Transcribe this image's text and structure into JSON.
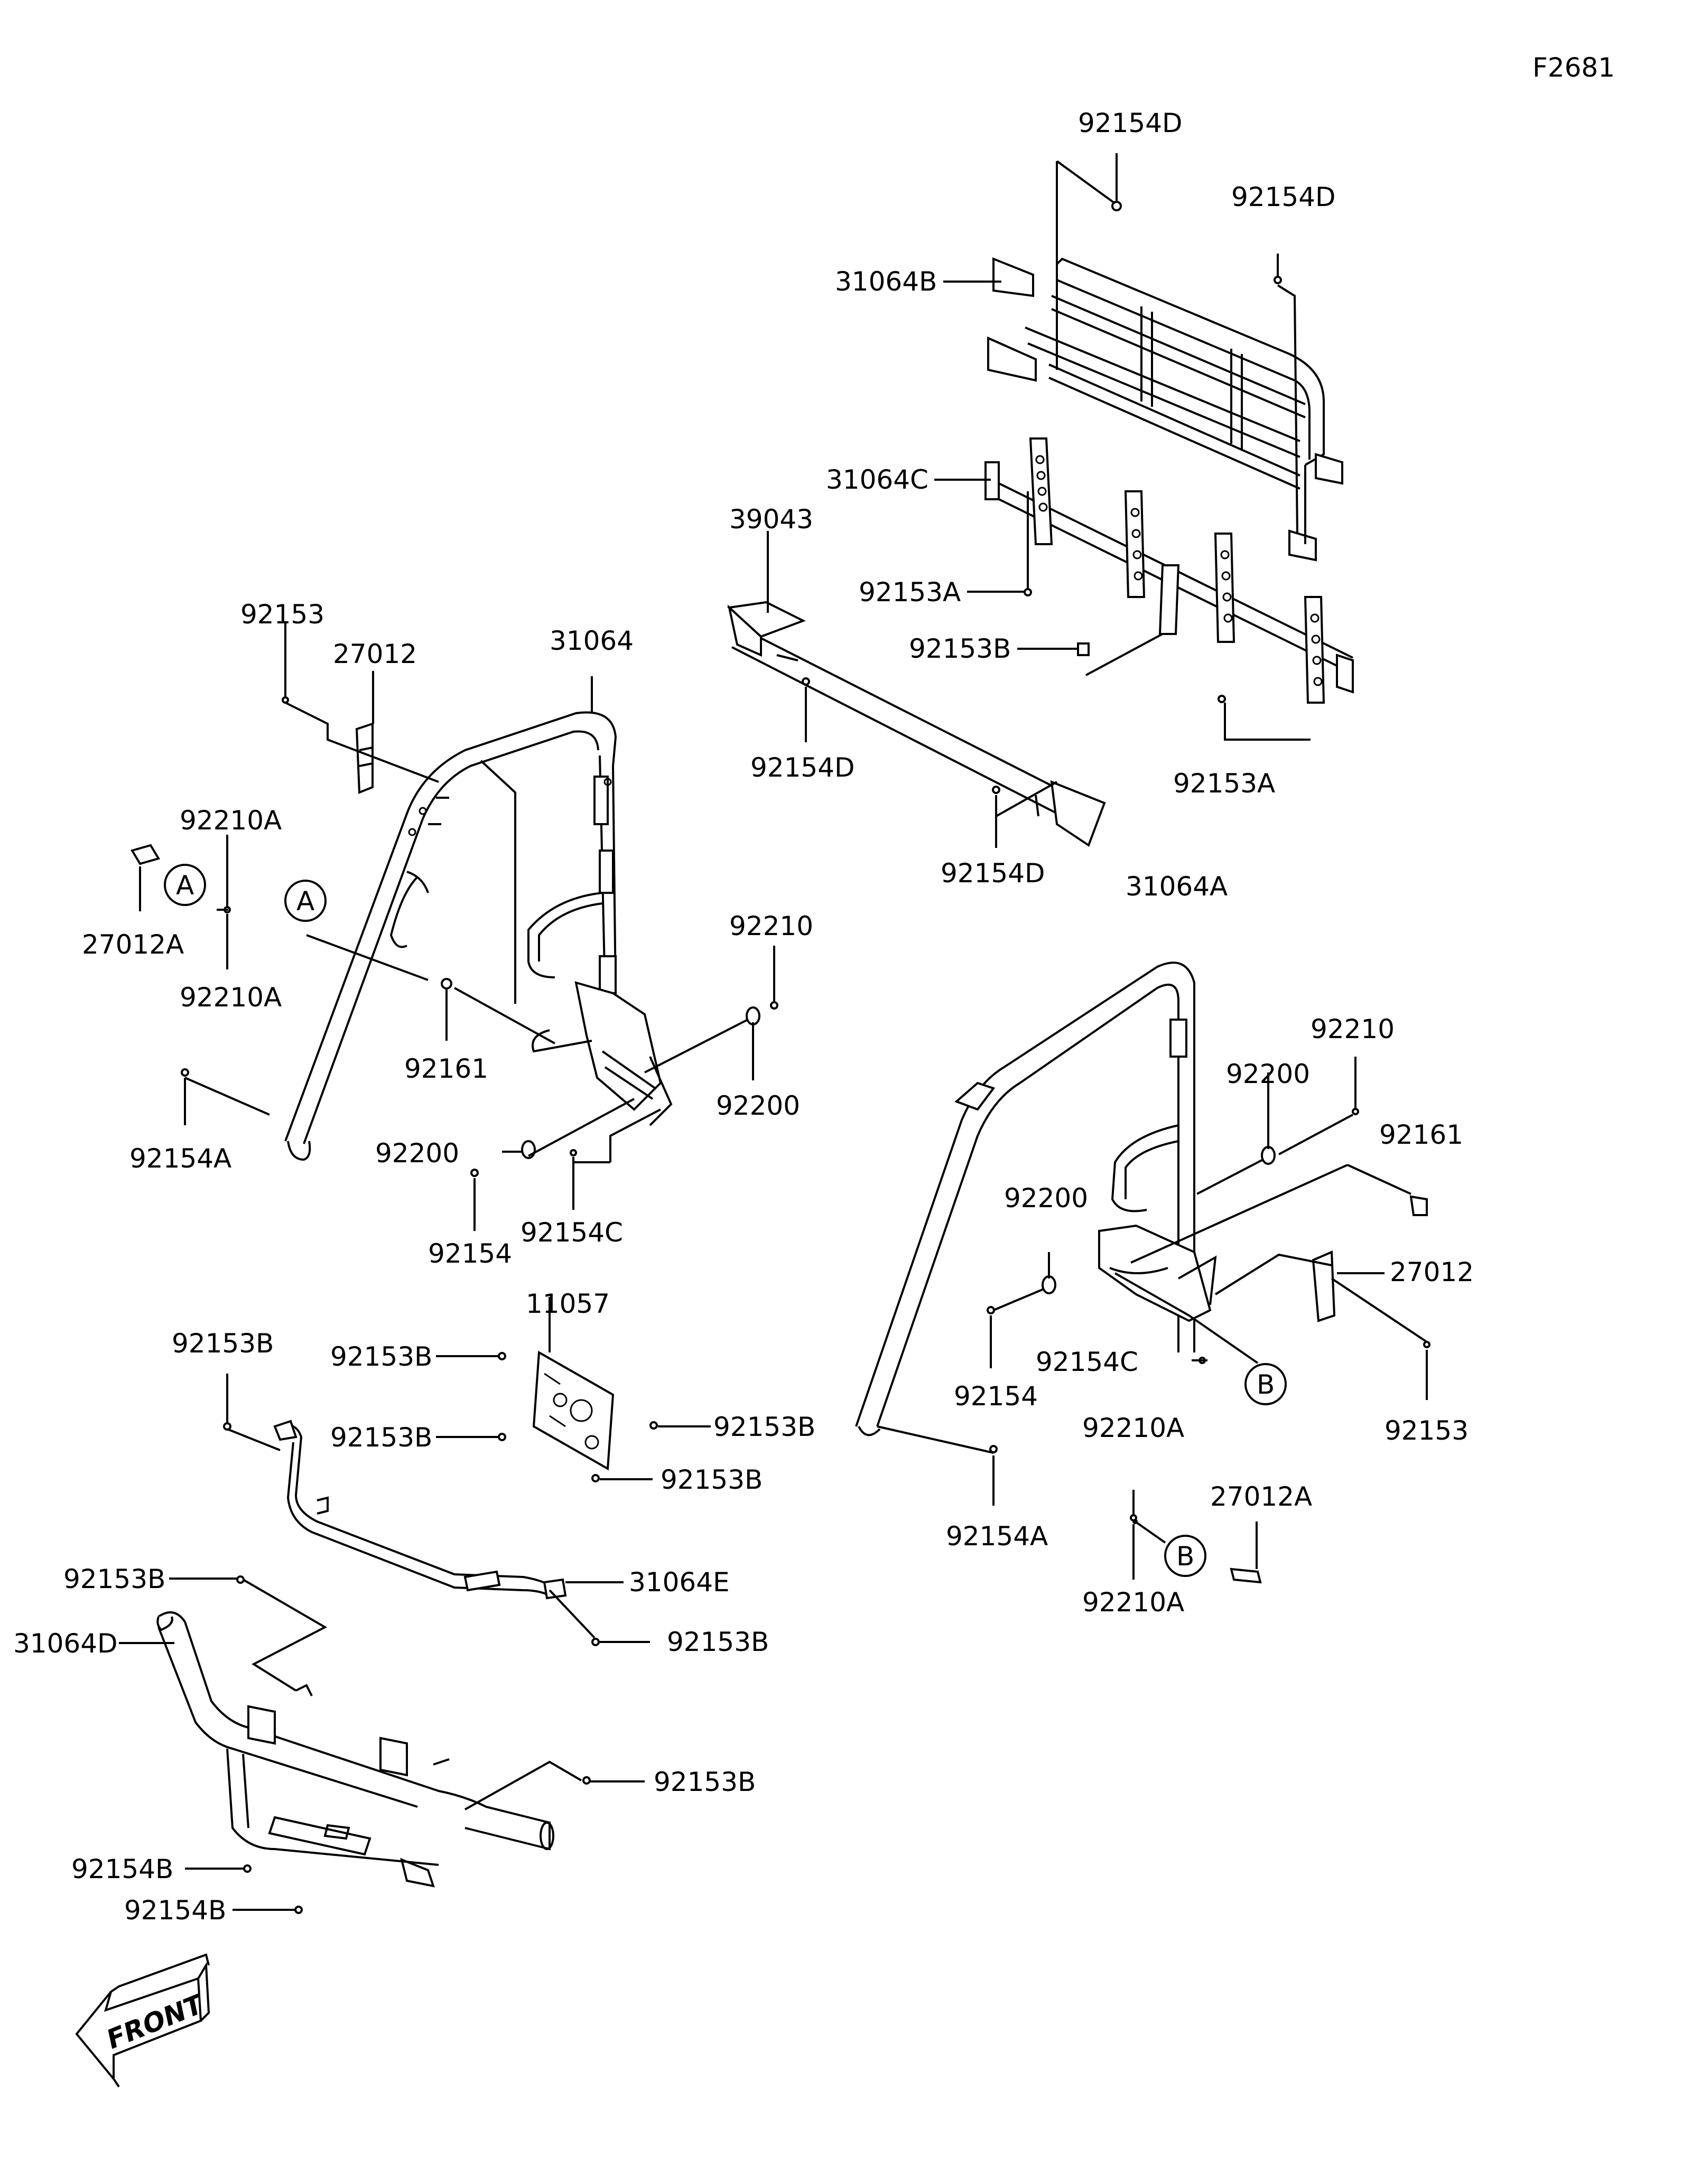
{
  "figure_code": "F2681",
  "front_label": "FRONT",
  "ref_markers": {
    "a": "A",
    "b": "B"
  },
  "parts": [
    {
      "id": "92154D",
      "label": "92154D"
    },
    {
      "id": "92154D",
      "label": "92154D"
    },
    {
      "id": "31064B",
      "label": "31064B"
    },
    {
      "id": "31064C",
      "label": "31064C"
    },
    {
      "id": "39043",
      "label": "39043"
    },
    {
      "id": "92153A",
      "label": "92153A"
    },
    {
      "id": "92153B",
      "label": "92153B"
    },
    {
      "id": "92153",
      "label": "92153"
    },
    {
      "id": "27012",
      "label": "27012"
    },
    {
      "id": "31064",
      "label": "31064"
    },
    {
      "id": "92154D",
      "label": "92154D"
    },
    {
      "id": "92153A",
      "label": "92153A"
    },
    {
      "id": "92210A",
      "label": "92210A"
    },
    {
      "id": "92154D",
      "label": "92154D"
    },
    {
      "id": "31064A",
      "label": "31064A"
    },
    {
      "id": "27012A",
      "label": "27012A"
    },
    {
      "id": "92210",
      "label": "92210"
    },
    {
      "id": "92210A",
      "label": "92210A"
    },
    {
      "id": "92210",
      "label": "92210"
    },
    {
      "id": "92161",
      "label": "92161"
    },
    {
      "id": "92200",
      "label": "92200"
    },
    {
      "id": "92200",
      "label": "92200"
    },
    {
      "id": "92154A",
      "label": "92154A"
    },
    {
      "id": "92161",
      "label": "92161"
    },
    {
      "id": "92200",
      "label": "92200"
    },
    {
      "id": "92200",
      "label": "92200"
    },
    {
      "id": "92154C",
      "label": "92154C"
    },
    {
      "id": "27012",
      "label": "27012"
    },
    {
      "id": "92154",
      "label": "92154"
    },
    {
      "id": "11057",
      "label": "11057"
    },
    {
      "id": "92153B",
      "label": "92153B"
    },
    {
      "id": "92153B",
      "label": "92153B"
    },
    {
      "id": "92154C",
      "label": "92154C"
    },
    {
      "id": "92154",
      "label": "92154"
    },
    {
      "id": "92153",
      "label": "92153"
    },
    {
      "id": "92153B",
      "label": "92153B"
    },
    {
      "id": "92210A",
      "label": "92210A"
    },
    {
      "id": "92153B",
      "label": "92153B"
    },
    {
      "id": "92153B",
      "label": "92153B"
    },
    {
      "id": "27012A",
      "label": "27012A"
    },
    {
      "id": "92154A",
      "label": "92154A"
    },
    {
      "id": "92210A",
      "label": "92210A"
    },
    {
      "id": "92153B",
      "label": "92153B"
    },
    {
      "id": "31064E",
      "label": "31064E"
    },
    {
      "id": "31064D",
      "label": "31064D"
    },
    {
      "id": "92153B",
      "label": "92153B"
    },
    {
      "id": "92153B",
      "label": "92153B"
    },
    {
      "id": "92154B",
      "label": "92154B"
    },
    {
      "id": "92154B",
      "label": "92154B"
    }
  ]
}
